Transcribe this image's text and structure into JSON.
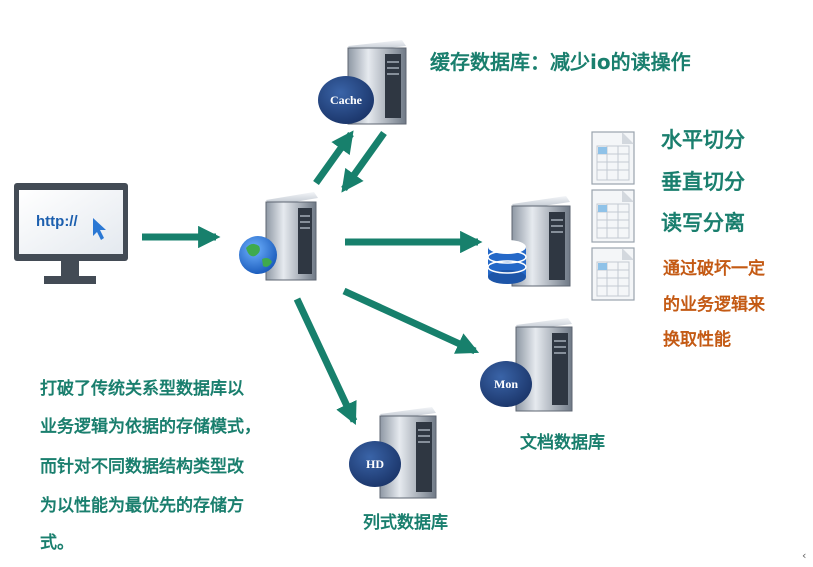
{
  "browser": {
    "url_text": "http://"
  },
  "nodes": {
    "cache": {
      "badge": "Cache",
      "label": "缓存数据库：减少io的读操作"
    },
    "hd": {
      "badge": "HD",
      "label": "列式数据库"
    },
    "mon": {
      "badge": "Mon",
      "label": "文档数据库"
    }
  },
  "sharding": {
    "items": [
      "水平切分",
      "垂直切分",
      "读写分离"
    ],
    "note_lines": [
      "通过破坏一定",
      "的业务逻辑来",
      "换取性能"
    ]
  },
  "description": {
    "lines": [
      "打破了传统关系型数据库以",
      "业务逻辑为依据的存储模式，",
      "而针对不同数据结构类型改",
      "为以性能为最优先的存储方",
      "式。"
    ]
  },
  "corner_glyph": "‹",
  "colors": {
    "arrow": "#17806c",
    "label_teal": "#1a7f6e",
    "label_orange": "#c45a14",
    "badge_blue": "#203f78",
    "server_body": "#bcc3cc"
  }
}
